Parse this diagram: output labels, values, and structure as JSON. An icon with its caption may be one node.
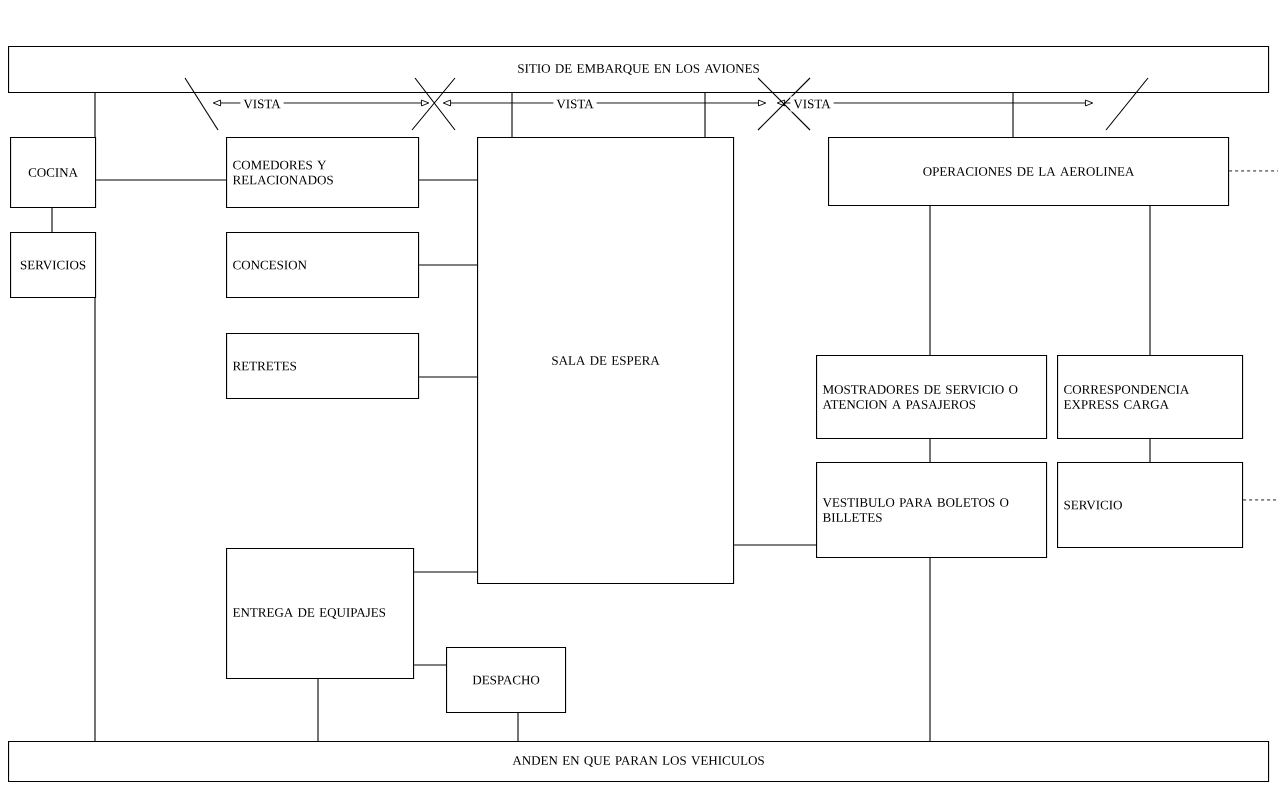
{
  "diagram": {
    "nodes": [
      {
        "text": [
          "SITIO DE EMBARQUE EN LOS AVIONES"
        ]
      },
      {
        "text": [
          "COCINA"
        ]
      },
      {
        "text": [
          "COMEDORES Y RELACIONADOS"
        ]
      },
      {
        "text": [
          "SALA DE ESPERA"
        ]
      },
      {
        "text": [
          "OPERACIONES DE LA AEROLINEA"
        ]
      },
      {
        "text": [
          "SERVICIOS"
        ]
      },
      {
        "text": [
          "CONCESION"
        ]
      },
      {
        "text": [
          "RETRETES"
        ]
      },
      {
        "text": [
          "MOSTRADORES DE SERVICIO O ATENCION A PASAJEROS"
        ]
      },
      {
        "text": [
          "CORRESPONDENCIA EXPRESS CARGA"
        ]
      },
      {
        "text": [
          "VESTIBULO PARA BOLETOS O BILLETES"
        ]
      },
      {
        "text": [
          "SERVICIO"
        ]
      },
      {
        "text": [
          "ENTREGA DE EQUIPAJES"
        ]
      },
      {
        "text": [
          "DESPACHO"
        ]
      },
      {
        "text": [
          "ANDEN EN QUE PARAN LOS VEHICULOS"
        ]
      }
    ],
    "edges": [
      {
        "from": 0,
        "to": 1,
        "arrow": "none"
      },
      {
        "from": 1,
        "to": 5,
        "arrow": "none"
      },
      {
        "from": 5,
        "to": 14,
        "arrow": "none"
      },
      {
        "from": 1,
        "to": 2,
        "arrow": "none"
      },
      {
        "from": 0,
        "to": 3,
        "arrow": "none"
      },
      {
        "from": 0,
        "to": 3,
        "arrow": "none"
      },
      {
        "from": 2,
        "to": 3,
        "arrow": "none"
      },
      {
        "from": 6,
        "to": 3,
        "arrow": "none"
      },
      {
        "from": 7,
        "to": 3,
        "arrow": "none"
      },
      {
        "from": 12,
        "to": 3,
        "arrow": "none"
      },
      {
        "from": 0,
        "to": 4,
        "arrow": "none"
      },
      {
        "from": 4,
        "to": 8,
        "arrow": "none"
      },
      {
        "from": 4,
        "to": 9,
        "arrow": "none"
      },
      {
        "from": 8,
        "to": 10,
        "arrow": "none"
      },
      {
        "from": 9,
        "to": 11,
        "arrow": "none"
      },
      {
        "from": 3,
        "to": 10,
        "arrow": "none"
      },
      {
        "from": 10,
        "to": 14,
        "arrow": "none"
      },
      {
        "from": 12,
        "to": 14,
        "arrow": "none"
      },
      {
        "from": 12,
        "to": 13,
        "arrow": "none"
      },
      {
        "from": 13,
        "to": 14,
        "arrow": "none"
      },
      {
        "from": 4,
        "to": null,
        "arrow": "none",
        "style": "dashed"
      },
      {
        "from": 11,
        "to": null,
        "arrow": "none",
        "style": "dashed"
      }
    ],
    "labels": [
      "VISTA",
      "VISTA",
      "VISTA"
    ]
  }
}
